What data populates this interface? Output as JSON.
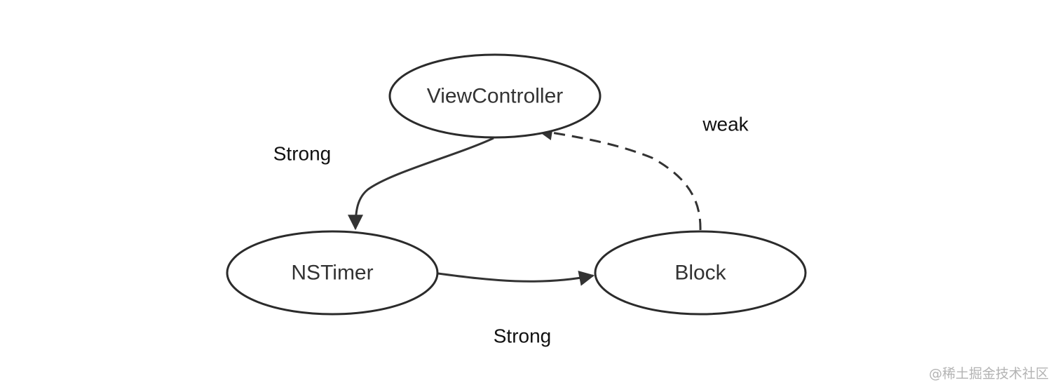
{
  "nodes": {
    "view_controller": "ViewController",
    "ns_timer": "NSTimer",
    "block": "Block"
  },
  "edges": {
    "vc_to_timer": "Strong",
    "timer_to_block": "Strong",
    "block_to_vc": "weak"
  },
  "watermark": "@稀土掘金技术社区",
  "colors": {
    "stroke": "#2b2b2b",
    "text": "#333333",
    "watermark": "#b3b3b3"
  }
}
